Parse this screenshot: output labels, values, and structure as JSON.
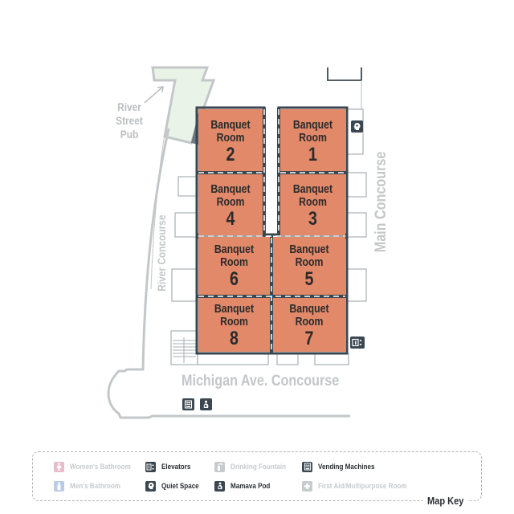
{
  "map": {
    "room_color": "#e2896a",
    "wall_color": "#3b4750",
    "pub_color": "#eaf3e8",
    "concourse_text_color": "#c3c7c9",
    "rooms": [
      {
        "id": "2",
        "line1": "Banquet",
        "line2": "Room",
        "number": "2"
      },
      {
        "id": "1",
        "line1": "Banquet",
        "line2": "Room",
        "number": "1"
      },
      {
        "id": "4",
        "line1": "Banquet",
        "line2": "Room",
        "number": "4"
      },
      {
        "id": "3",
        "line1": "Banquet",
        "line2": "Room",
        "number": "3"
      },
      {
        "id": "6",
        "line1": "Banquet",
        "line2": "Room",
        "number": "6"
      },
      {
        "id": "5",
        "line1": "Banquet",
        "line2": "Room",
        "number": "5"
      },
      {
        "id": "8",
        "line1": "Banquet",
        "line2": "Room",
        "number": "8"
      },
      {
        "id": "7",
        "line1": "Banquet",
        "line2": "Room",
        "number": "7"
      }
    ],
    "labels": {
      "pub_line1": "River",
      "pub_line2": "Street",
      "pub_line3": "Pub",
      "river_concourse": "River Concourse",
      "main_concourse": "Main Concourse",
      "michigan_concourse": "Michigan Ave. Concourse"
    },
    "map_icons": [
      {
        "name": "quiet-space-icon"
      },
      {
        "name": "elevator-icon"
      },
      {
        "name": "vending-machines-icon"
      },
      {
        "name": "mamava-pod-icon"
      }
    ]
  },
  "legend": {
    "title": "Map Key",
    "items": [
      {
        "label": "Women's Bathroom",
        "icon": "womens-bathroom-icon",
        "color": "#e8bccb",
        "active": false
      },
      {
        "label": "Elevators",
        "icon": "elevator-icon",
        "color": "#3b4750",
        "active": true
      },
      {
        "label": "Drinking Fountain",
        "icon": "drinking-fountain-icon",
        "color": "#c6cbce",
        "active": false
      },
      {
        "label": "Vending Machines",
        "icon": "vending-machines-icon",
        "color": "#3b4750",
        "active": true
      },
      {
        "label": "Men's Bathroom",
        "icon": "mens-bathroom-icon",
        "color": "#b9cbe6",
        "active": false
      },
      {
        "label": "Quiet Space",
        "icon": "quiet-space-icon",
        "color": "#3b4750",
        "active": true
      },
      {
        "label": "Mamava Pod",
        "icon": "mamava-pod-icon",
        "color": "#3b4750",
        "active": true
      },
      {
        "label": "First Aid/Multipurpose Room",
        "icon": "first-aid-icon",
        "color": "#c6cbce",
        "active": false
      }
    ]
  }
}
